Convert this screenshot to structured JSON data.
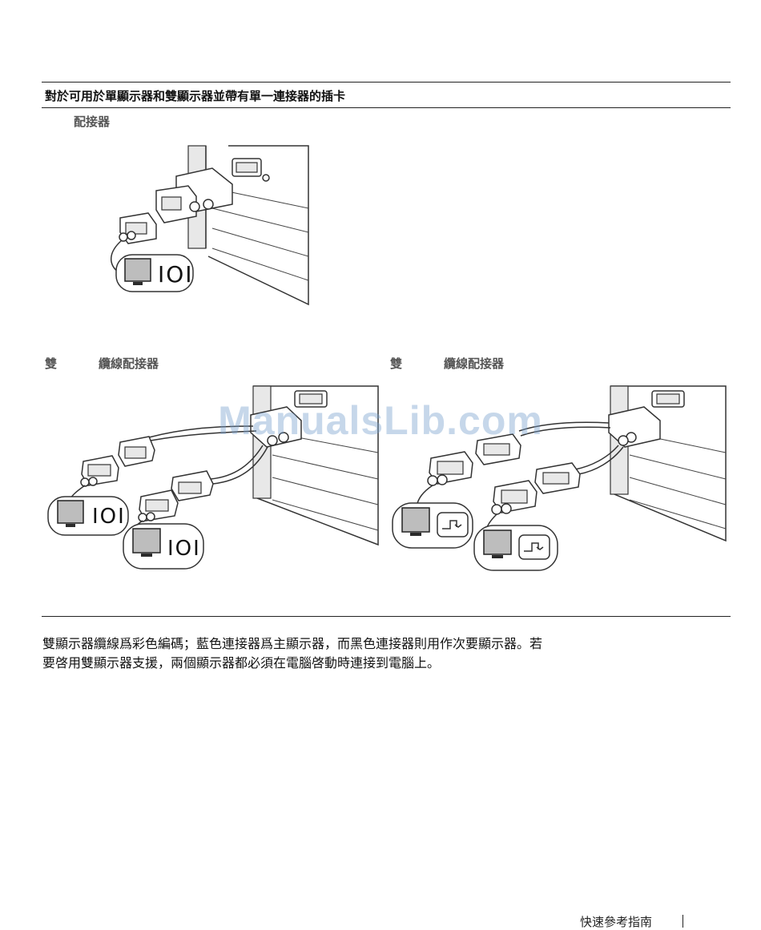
{
  "section": {
    "heading": "對於可用於單顯示器和雙顯示器並帶有單一連接器的插卡"
  },
  "figures": {
    "single": {
      "caption": "配接器"
    },
    "dual_vga": {
      "caption_prefix": "雙",
      "caption_suffix": "纜線配接器"
    },
    "dual_dvi": {
      "caption_prefix": "雙",
      "caption_suffix": "纜線配接器"
    },
    "icons": {
      "vga_label": "IOI"
    }
  },
  "body": {
    "line1": "雙顯示器纜線爲彩色編碼；藍色連接器爲主顯示器，而黑色連接器則用作次要顯示器。若",
    "line2": "要啓用雙顯示器支援，兩個顯示器都必須在電腦啓動時連接到電腦上。"
  },
  "footer": {
    "running_title": "快速參考指南"
  },
  "watermark": "ManualsLib.com"
}
